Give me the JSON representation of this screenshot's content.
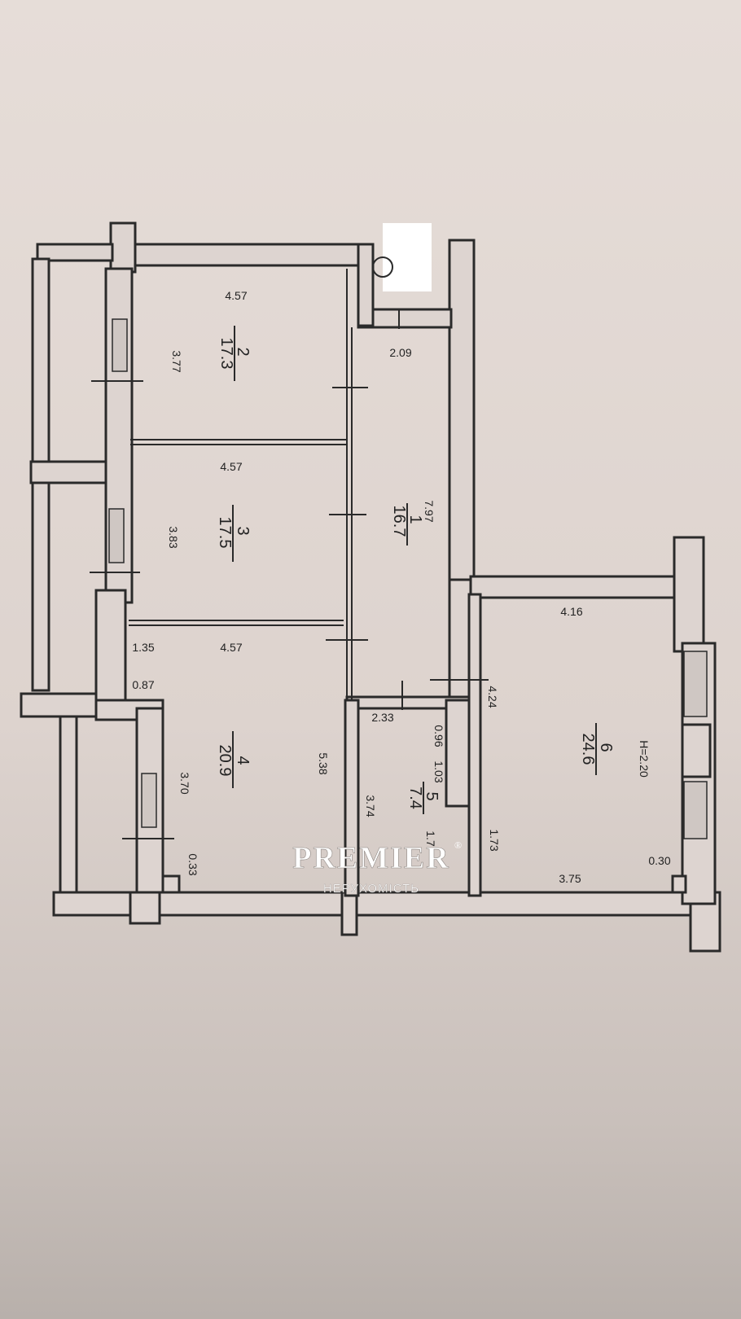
{
  "rooms": [
    {
      "number": "2",
      "area": "17.3",
      "width": "4.57",
      "depth": "3.77"
    },
    {
      "number": "3",
      "area": "17.5",
      "width": "4.57",
      "depth": "3.83"
    },
    {
      "number": "4",
      "area": "20.9",
      "width": "4.57",
      "depth": "5.38"
    },
    {
      "number": "1",
      "area": "16.7",
      "width": "2.09",
      "depth": "7.97"
    },
    {
      "number": "5",
      "area": "7.4",
      "width": "2.33",
      "depth": "3.74"
    },
    {
      "number": "6",
      "area": "24.6",
      "width": "4.16",
      "depth": "4.24"
    }
  ],
  "dimensions": {
    "d_1_35": "1.35",
    "d_0_87": "0.87",
    "d_3_70": "3.70",
    "d_0_33": "0.33",
    "d_0_96": "0.96",
    "d_1_03": "1.03",
    "d_1_7": "1.7",
    "d_1_73": "1.73",
    "d_3_75": "3.75",
    "d_0_30": "0.30",
    "ceiling_height": "H=2.20"
  },
  "watermark": {
    "brand": "PREMIER",
    "registered": "®",
    "subtitle": "НЕРУХОМІСТЬ"
  },
  "colors": {
    "paper": "#e2d9d4",
    "ink": "#2a2a2a",
    "watermark": "#ffffff"
  }
}
